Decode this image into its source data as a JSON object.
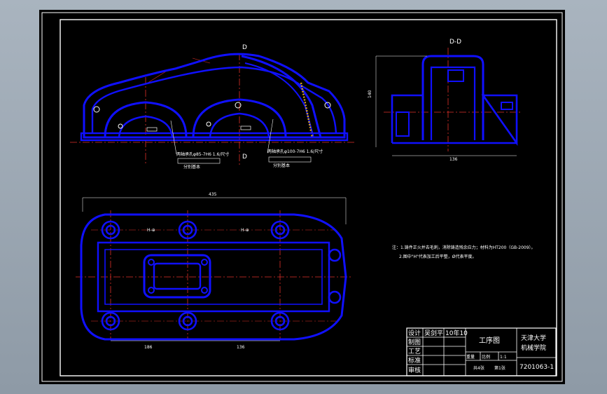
{
  "section_view": {
    "title": "D-D",
    "dim_height": "140",
    "dim_width": "136"
  },
  "front_view": {
    "section_marker_top": "D",
    "section_marker_bottom": "D",
    "callout_left": "两轴承孔φ85-7H6 1.6/尺寸",
    "callout_left_ref": "分别基本",
    "callout_right": "两轴承孔φ100-7H6 1.6/尺寸",
    "callout_right_ref": "分别基本"
  },
  "plan_view": {
    "dim_overall": "435",
    "dim_left": "186",
    "dim_right": "136"
  },
  "notes": {
    "line1": "注：1.铸件正火并去毛刺，消除铸造残余应力；材料为HT200（GB-2009）。",
    "line2": "2.图中\"H\"代表加工后平整，Ø代表平度。"
  },
  "title_block": {
    "designer_label": "设计",
    "designer_name": "吴剑平",
    "date": "10年10",
    "drawn_label": "制图",
    "process_label": "工艺",
    "standard_label": "标准",
    "review_label": "审核",
    "drawing_title": "工序图",
    "weight_label": "重量",
    "scale_label": "比例",
    "scale_value": "1:1",
    "sheets_total": "共4张",
    "sheet_no": "第1张",
    "school_line1": "天津大学",
    "school_line2": "机械学院",
    "drawing_number": "7201063-1"
  }
}
